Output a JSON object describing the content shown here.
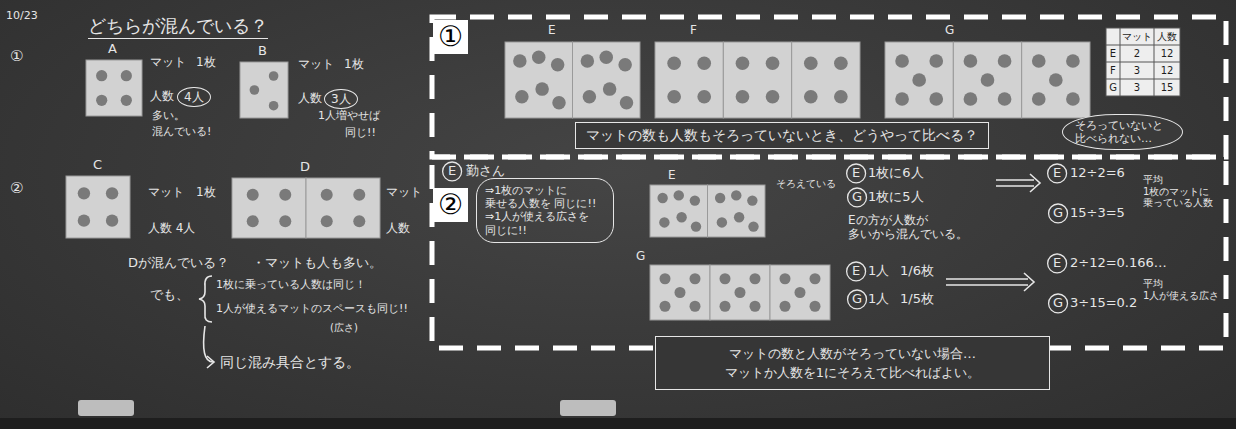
{
  "diagram": {
    "title": "どちらが混んでいる？",
    "nodes": [
      {
        "text": [
          "4人"
        ]
      },
      {
        "text": [
          "3人"
        ]
      },
      {
        "text": [
          "①"
        ]
      },
      {
        "text": [
          "②"
        ]
      },
      {
        "text": [
          "マットの数も人数もそろっていないとき、どうやって比べる？"
        ]
      },
      {
        "text": [
          "そろっていないと 比べられない…"
        ]
      },
      {
        "text": [
          "⇒1枚のマットに 乗せる人数を 同じに!!",
          "⇒1人が使える広さを 同じに!!"
        ]
      },
      {
        "text": [
          "マットの数と人数がそろっていない場合…",
          "マットか人数を1にそろえて比べればよい。"
        ]
      }
    ],
    "labels": [
      "10/23",
      "①",
      "A",
      "マット",
      "1枚",
      "人数",
      "多い。",
      "混んでいる!",
      "B",
      "マット",
      "1枚",
      "人数",
      "1人増やせば",
      "同じ!!",
      "②",
      "C",
      "マット",
      "1枚",
      "人数 4人",
      "D",
      "マット",
      "人数",
      "Dが混んでいる？",
      "・マットも人も多い。",
      "でも、",
      "1枚に乗っている人数は同じ！",
      "1人が使えるマットのスペースも同じ!!",
      "(広さ)",
      "同じ混み具合とする。",
      "E",
      "F",
      "G",
      "マット",
      "人数",
      "E",
      "2",
      "12",
      "F",
      "3",
      "12",
      "G",
      "3",
      "15",
      "E",
      "勤さん",
      "E",
      "G",
      "そろえている",
      "E",
      "1枚に6人",
      "G",
      "1枚に5人",
      "Eの方が人数が 多いから混んでいる。",
      "E",
      "12÷2=6",
      "平均 1枚のマットに 乗っている人数",
      "G",
      "15÷3=5",
      "E",
      "1人",
      "1/6枚",
      "G",
      "1人",
      "1/5枚",
      "E",
      "2÷12=0.166…",
      "平均 1人が使える広さ",
      "G",
      "3÷15=0.2"
    ]
  }
}
